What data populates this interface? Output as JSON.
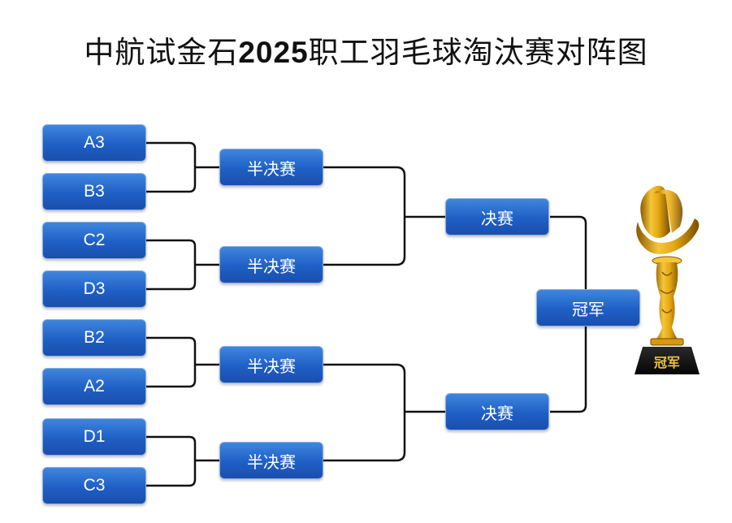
{
  "title": {
    "prefix": "中航试金石",
    "year": "2025",
    "suffix": "职工羽毛球淘汰赛对阵图"
  },
  "teams": [
    "A3",
    "B3",
    "C2",
    "D3",
    "B2",
    "A2",
    "D1",
    "C3"
  ],
  "semifinals": [
    "半决赛",
    "半决赛",
    "半决赛",
    "半决赛"
  ],
  "finals": [
    "决赛",
    "决赛"
  ],
  "champion": "冠军",
  "trophy": {
    "plaque_text": "冠军"
  },
  "colors": {
    "box_top": "#3f86de",
    "box_bottom": "#1a4fae",
    "trophy_gold": "#e5a912",
    "plaque_text": "#f0c040"
  }
}
